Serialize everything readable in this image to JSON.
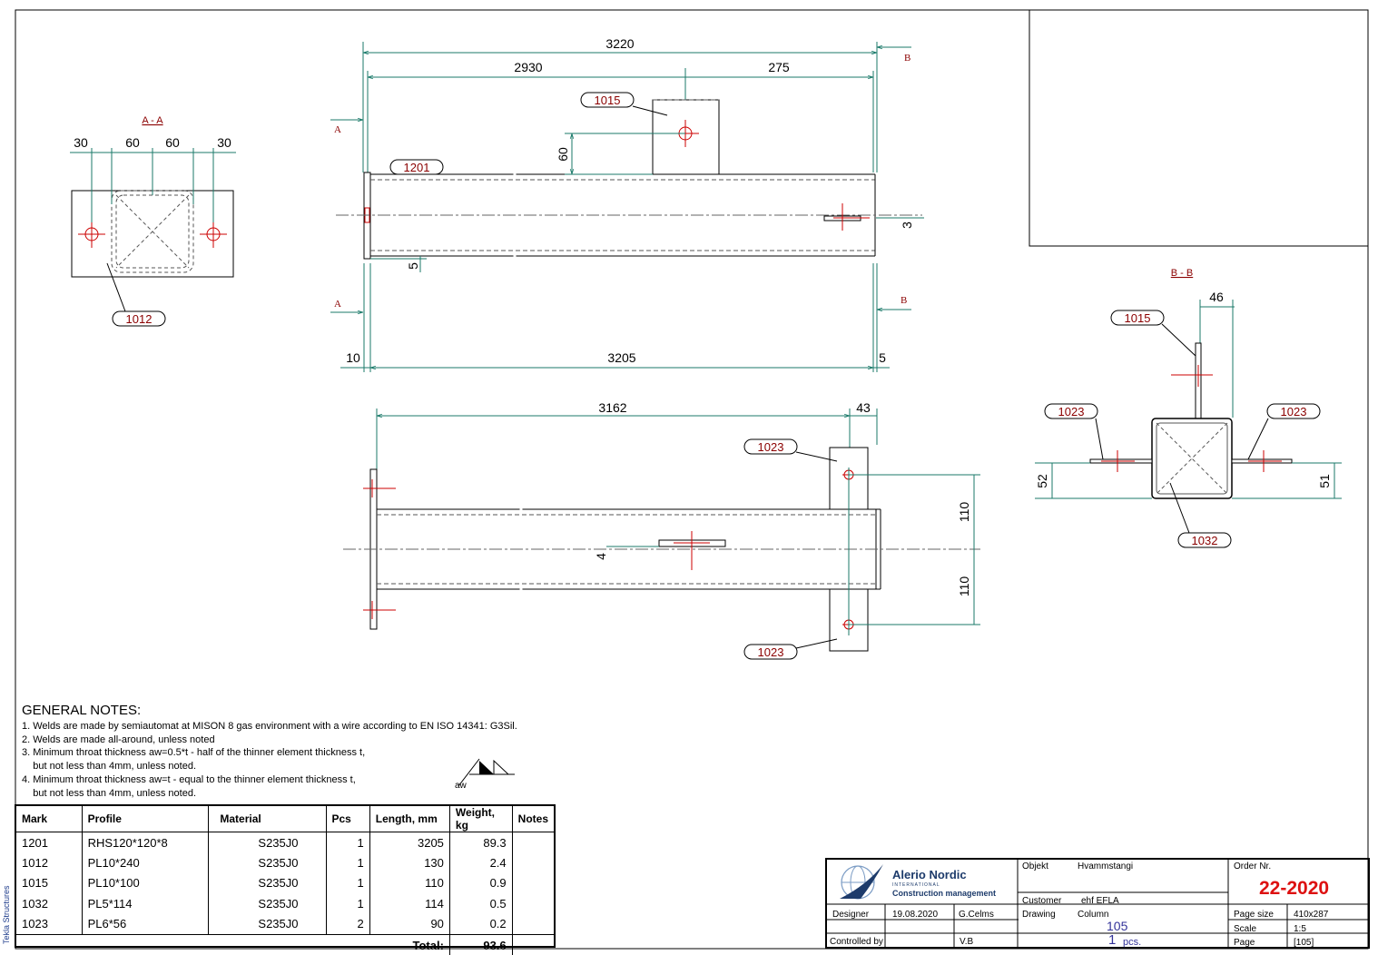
{
  "sections": {
    "aa_label": "A - A",
    "bb_label": "B - B",
    "arrow_a": "A",
    "arrow_b": "B"
  },
  "dimensions": {
    "aa": [
      "30",
      "60",
      "60",
      "30"
    ],
    "top_overall": "3220",
    "top_left": "2930",
    "top_right": "275",
    "top_60": "60",
    "top_5": "5",
    "top_3": "3",
    "bottom_10": "10",
    "bottom_3205": "3205",
    "bottom_5": "5",
    "plan_3162": "3162",
    "plan_43": "43",
    "plan_110a": "110",
    "plan_110b": "110",
    "plan_4": "4",
    "bb_46": "46",
    "bb_52": "52",
    "bb_51": "51"
  },
  "part_tags": {
    "t1012": "1012",
    "t1015_top": "1015",
    "t1201": "1201",
    "t1023_a": "1023",
    "t1023_b": "1023",
    "bb_1015": "1015",
    "bb_1023_l": "1023",
    "bb_1023_r": "1023",
    "bb_1032": "1032"
  },
  "notes": {
    "title": "GENERAL NOTES:",
    "lines": [
      "1. Welds are made by semiautomat at MISON 8 gas environment with a wire according to EN ISO 14341: G3Sil.",
      "2. Welds are made all-around, unless noted",
      "3. Minimum throat thickness aw=0.5*t - half of the thinner element thickness t,",
      "    but not less than 4mm, unless noted.",
      "4. Minimum throat thickness aw=t - equal to the thinner element thickness t,",
      "    but not less than 4mm, unless noted."
    ],
    "weld_symbol_label": "aw"
  },
  "bom": {
    "headers": [
      "Mark",
      "Profile",
      "Material",
      "Pcs",
      "Length, mm",
      "Weight, kg",
      "Notes"
    ],
    "rows": [
      [
        "1201",
        "RHS120*120*8",
        "S235J0",
        "1",
        "3205",
        "89.3",
        ""
      ],
      [
        "1012",
        "PL10*240",
        "S235J0",
        "1",
        "130",
        "2.4",
        ""
      ],
      [
        "1015",
        "PL10*100",
        "S235J0",
        "1",
        "110",
        "0.9",
        ""
      ],
      [
        "1032",
        "PL5*114",
        "S235J0",
        "1",
        "114",
        "0.5",
        ""
      ],
      [
        "1023",
        "PL6*56",
        "S235J0",
        "2",
        "90",
        "0.2",
        ""
      ]
    ],
    "total_label": "Total:",
    "total_value": "93.6"
  },
  "title_block": {
    "company": "Alerio Nordic",
    "company_sub": "INTERNATIONAL",
    "company_tag": "Construction management",
    "objekt_label": "Objekt",
    "objekt_value": "Hvammstangi",
    "customer_label": "Customer",
    "customer_value": "ehf EFLA",
    "designer_label": "Designer",
    "designer_date": "19.08.2020",
    "designer_name": "G.Celms",
    "controlled_label": "Controlled by",
    "controlled_name": "V.B",
    "drawing_label": "Drawing",
    "drawing_value": "Column",
    "drawing_number": "105",
    "pcs_count": "1",
    "pcs_label": "pcs.",
    "order_label": "Order Nr.",
    "order_value": "22-2020",
    "page_size_label": "Page size",
    "page_size_value": "410x287",
    "scale_label": "Scale",
    "scale_value": "1:5",
    "page_label": "Page",
    "page_value": "[105]"
  },
  "software": "Tekla Structures",
  "colors": {
    "dim_line": "#1b7a6a",
    "center_mark": "#cc0000",
    "tag_text": "#8b0000",
    "order": "#dd1111",
    "number_blue": "#333399"
  }
}
